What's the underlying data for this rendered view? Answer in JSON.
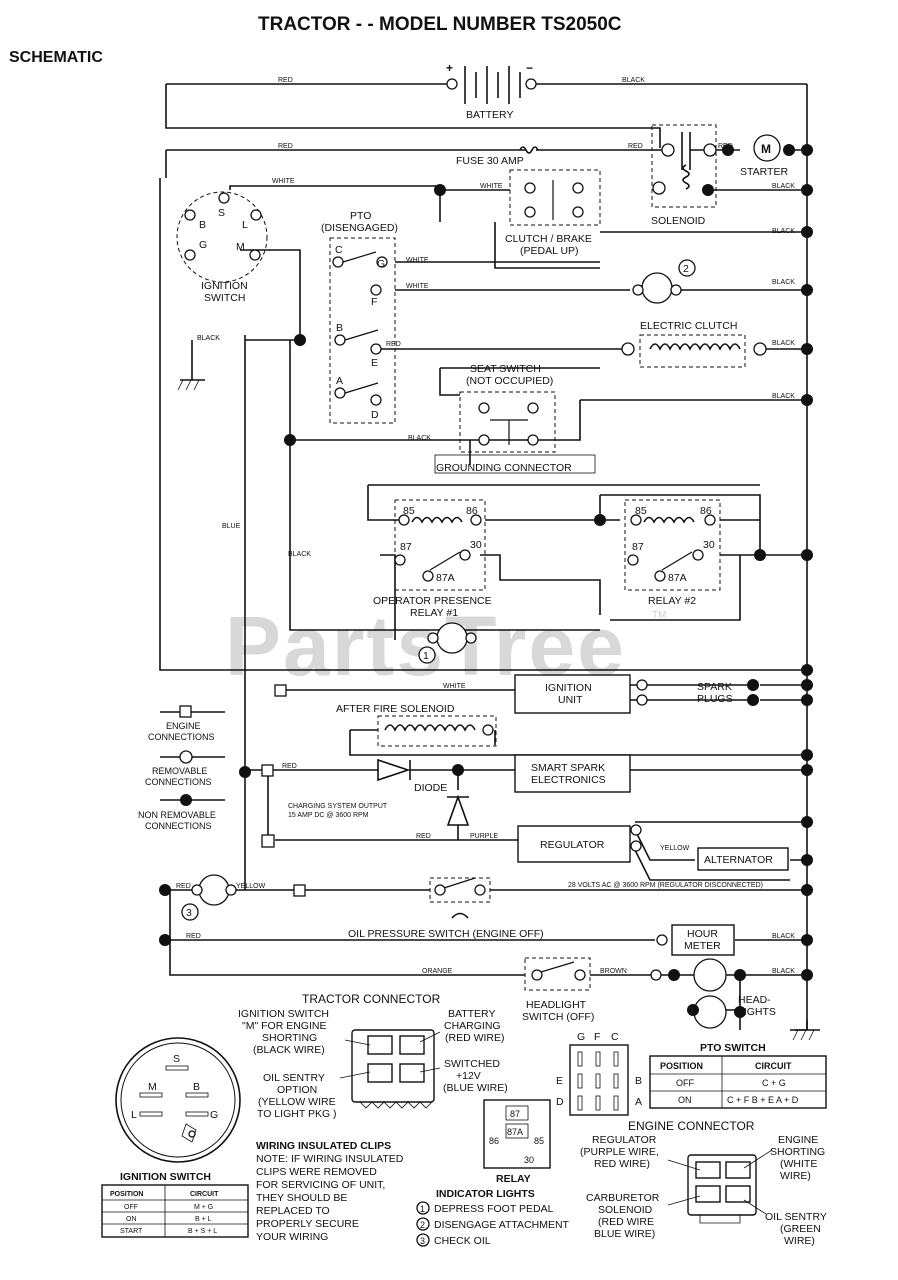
{
  "title": "TRACTOR - - MODEL NUMBER TS2050C",
  "subtitle": "SCHEMATIC",
  "wire_colors": {
    "red": "RED",
    "black": "BLACK",
    "white": "WHITE",
    "blue": "BLUE",
    "yellow": "YELLOW",
    "purple": "PURPLE",
    "orange": "ORANGE",
    "brown": "BROWN"
  },
  "components": {
    "battery": "BATTERY",
    "plus": "+",
    "minus": "−",
    "fuse": "FUSE 30 AMP",
    "starter": "STARTER",
    "starter_m": "M",
    "solenoid": "SOLENOID",
    "clutch_brake": [
      "CLUTCH / BRAKE",
      "(PEDAL UP)"
    ],
    "pto": [
      "PTO",
      "(DISENGAGED)"
    ],
    "pto_terminals": [
      "C",
      "G",
      "F",
      "B",
      "E",
      "A",
      "D"
    ],
    "ignition_switch": [
      "IGNITION",
      "SWITCH"
    ],
    "ignition_terminals": [
      "B",
      "S",
      "L",
      "G",
      "M"
    ],
    "electric_clutch": "ELECTRIC CLUTCH",
    "seat_switch": [
      "SEAT SWITCH",
      "(NOT OCCUPIED)"
    ],
    "grounding_connector": "GROUNDING CONNECTOR",
    "relay_pins": [
      "85",
      "86",
      "87",
      "30",
      "87A"
    ],
    "relay1": [
      "OPERATOR PRESENCE",
      "RELAY #1"
    ],
    "relay2": "RELAY #2",
    "indicator_1": "1",
    "indicator_2": "2",
    "indicator_3": "3",
    "ignition_unit": [
      "IGNITION",
      "UNIT"
    ],
    "spark_plugs": [
      "SPARK",
      "PLUGS"
    ],
    "after_fire_solenoid": "AFTER FIRE SOLENOID",
    "smart_spark": [
      "SMART SPARK",
      "ELECTRONICS"
    ],
    "diode": "DIODE",
    "charging_output": [
      "CHARGING SYSTEM OUTPUT",
      "15 AMP DC @ 3600 RPM"
    ],
    "regulator": "REGULATOR",
    "alternator": "ALTERNATOR",
    "alternator_note": "28 VOLTS AC @ 3600 RPM (REGULATOR DISCONNECTED)",
    "oil_pressure_switch": "OIL PRESSURE SWITCH (ENGINE OFF)",
    "hour_meter": [
      "HOUR",
      "METER"
    ],
    "headlight_switch": [
      "HEADLIGHT",
      "SWITCH (OFF)"
    ],
    "headlights": [
      "HEAD-",
      "LIGHTS"
    ]
  },
  "legend": {
    "engine_connections": [
      "ENGINE",
      "CONNECTIONS"
    ],
    "removable_connections": [
      "REMOVABLE",
      "CONNECTIONS"
    ],
    "non_removable_connections": [
      "NON REMOVABLE",
      "CONNECTIONS"
    ]
  },
  "tractor_connector": {
    "title": "TRACTOR CONNECTOR",
    "left_top": [
      "IGNITION SWITCH",
      "\"M\" FOR ENGINE",
      "SHORTING",
      "(BLACK WIRE)"
    ],
    "left_bottom": [
      "OIL SENTRY",
      "OPTION",
      "(YELLOW WIRE",
      "TO LIGHT PKG )"
    ],
    "right_top": [
      "BATTERY",
      "CHARGING",
      "(RED WIRE)"
    ],
    "right_bottom": [
      "SWITCHED",
      "+12V",
      "(BLUE WIRE)"
    ]
  },
  "pto_switch": {
    "title": "PTO SWITCH",
    "headers": [
      "POSITION",
      "CIRCUIT"
    ],
    "rows": [
      [
        "OFF",
        "C + G"
      ],
      [
        "ON",
        "C + F   B + E   A + D"
      ]
    ],
    "face_letters": [
      "G",
      "F",
      "C",
      "E",
      "B",
      "D",
      "A"
    ]
  },
  "ignition_switch_table": {
    "title": "IGNITION SWITCH",
    "face_letters": [
      "S",
      "M",
      "B",
      "L",
      "G"
    ],
    "headers": [
      "POSITION",
      "CIRCUIT"
    ],
    "rows": [
      [
        "OFF",
        "M + G"
      ],
      [
        "ON",
        "B + L"
      ],
      [
        "START",
        "B + S + L"
      ]
    ]
  },
  "relay_face": {
    "title": "RELAY",
    "pins": [
      "87",
      "87A",
      "86",
      "85",
      "30"
    ]
  },
  "wiring_note": [
    "WIRING INSULATED CLIPS",
    "NOTE: IF WIRING INSULATED",
    "CLIPS WERE REMOVED",
    "FOR SERVICING OF UNIT,",
    "THEY SHOULD BE",
    "REPLACED TO",
    "PROPERLY SECURE",
    "YOUR WIRING"
  ],
  "indicator_lights": {
    "title": "INDICATOR LIGHTS",
    "items": [
      {
        "num": "1",
        "label": "DEPRESS FOOT PEDAL"
      },
      {
        "num": "2",
        "label": "DISENGAGE ATTACHMENT"
      },
      {
        "num": "3",
        "label": "CHECK OIL"
      }
    ]
  },
  "engine_connector": {
    "title": "ENGINE CONNECTOR",
    "left_top": [
      "REGULATOR",
      "(PURPLE WIRE,",
      "RED WIRE)"
    ],
    "right_top": [
      "ENGINE",
      "SHORTING",
      "(WHITE",
      "WIRE)"
    ],
    "left_bottom": [
      "CARBURETOR",
      "SOLENOID",
      "(RED WIRE",
      "BLUE WIRE)"
    ],
    "right_bottom": [
      "OIL SENTRY",
      "(GREEN",
      "WIRE)"
    ]
  },
  "watermark": "PartsTree",
  "watermark_tm": "TM"
}
